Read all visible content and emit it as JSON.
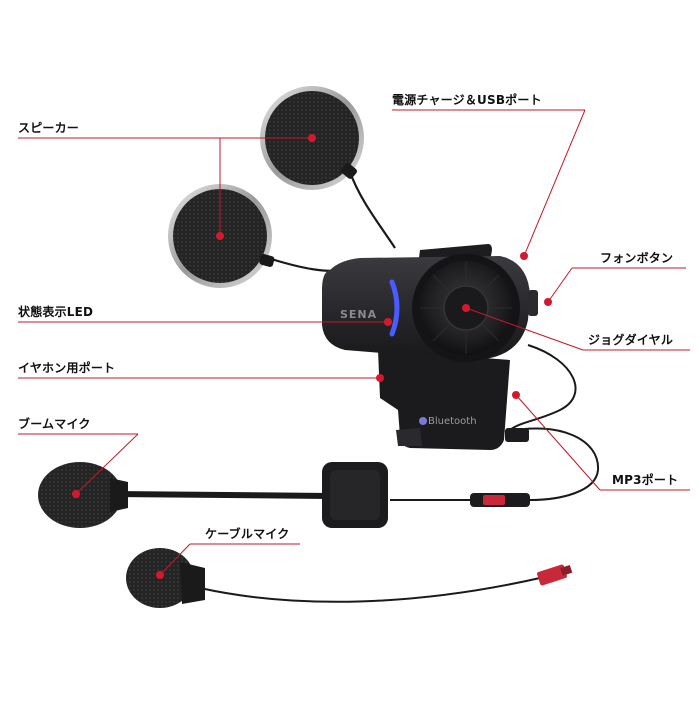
{
  "labels": {
    "speaker": "スピーカー",
    "charge_usb_port": "電源チャージ＆USBポート",
    "phone_button": "フォンボタン",
    "status_led": "状態表示LED",
    "jog_dial": "ジョグダイヤル",
    "earphone_port": "イヤホン用ポート",
    "boom_mic": "ブームマイク",
    "mp3_port": "MP3ポート",
    "cable_mic": "ケーブルマイク"
  },
  "device": {
    "brand": "SENA",
    "bluetooth_text": "Bluetooth"
  },
  "colors": {
    "leader_line": "#c0182b",
    "marker": "#d4192f",
    "led_blue": "#4a5cff",
    "device_body": "#2a2a2e"
  }
}
